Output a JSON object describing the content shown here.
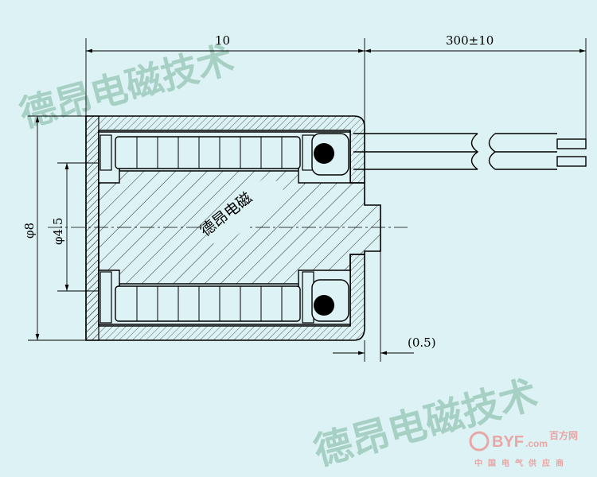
{
  "dimensions": {
    "width_label": "10",
    "lead_length_label": "300±10",
    "diameter_outer_label": "φ8",
    "diameter_core_label": "φ4.5",
    "gap_label": "(0.5)"
  },
  "center_label": "德昂电磁",
  "watermarks": {
    "top": "德昂电磁技术",
    "bottom": "德昂电磁技术"
  },
  "corner_brand": {
    "logo": "BYF",
    "logo_suffix": ".com",
    "cn": "百方网",
    "sub": "中国电气供应商"
  },
  "colors": {
    "background": "#dcf2f4",
    "watermark": "#a7d0c4",
    "line": "#000000",
    "brand_red": "#e8a6a6"
  }
}
